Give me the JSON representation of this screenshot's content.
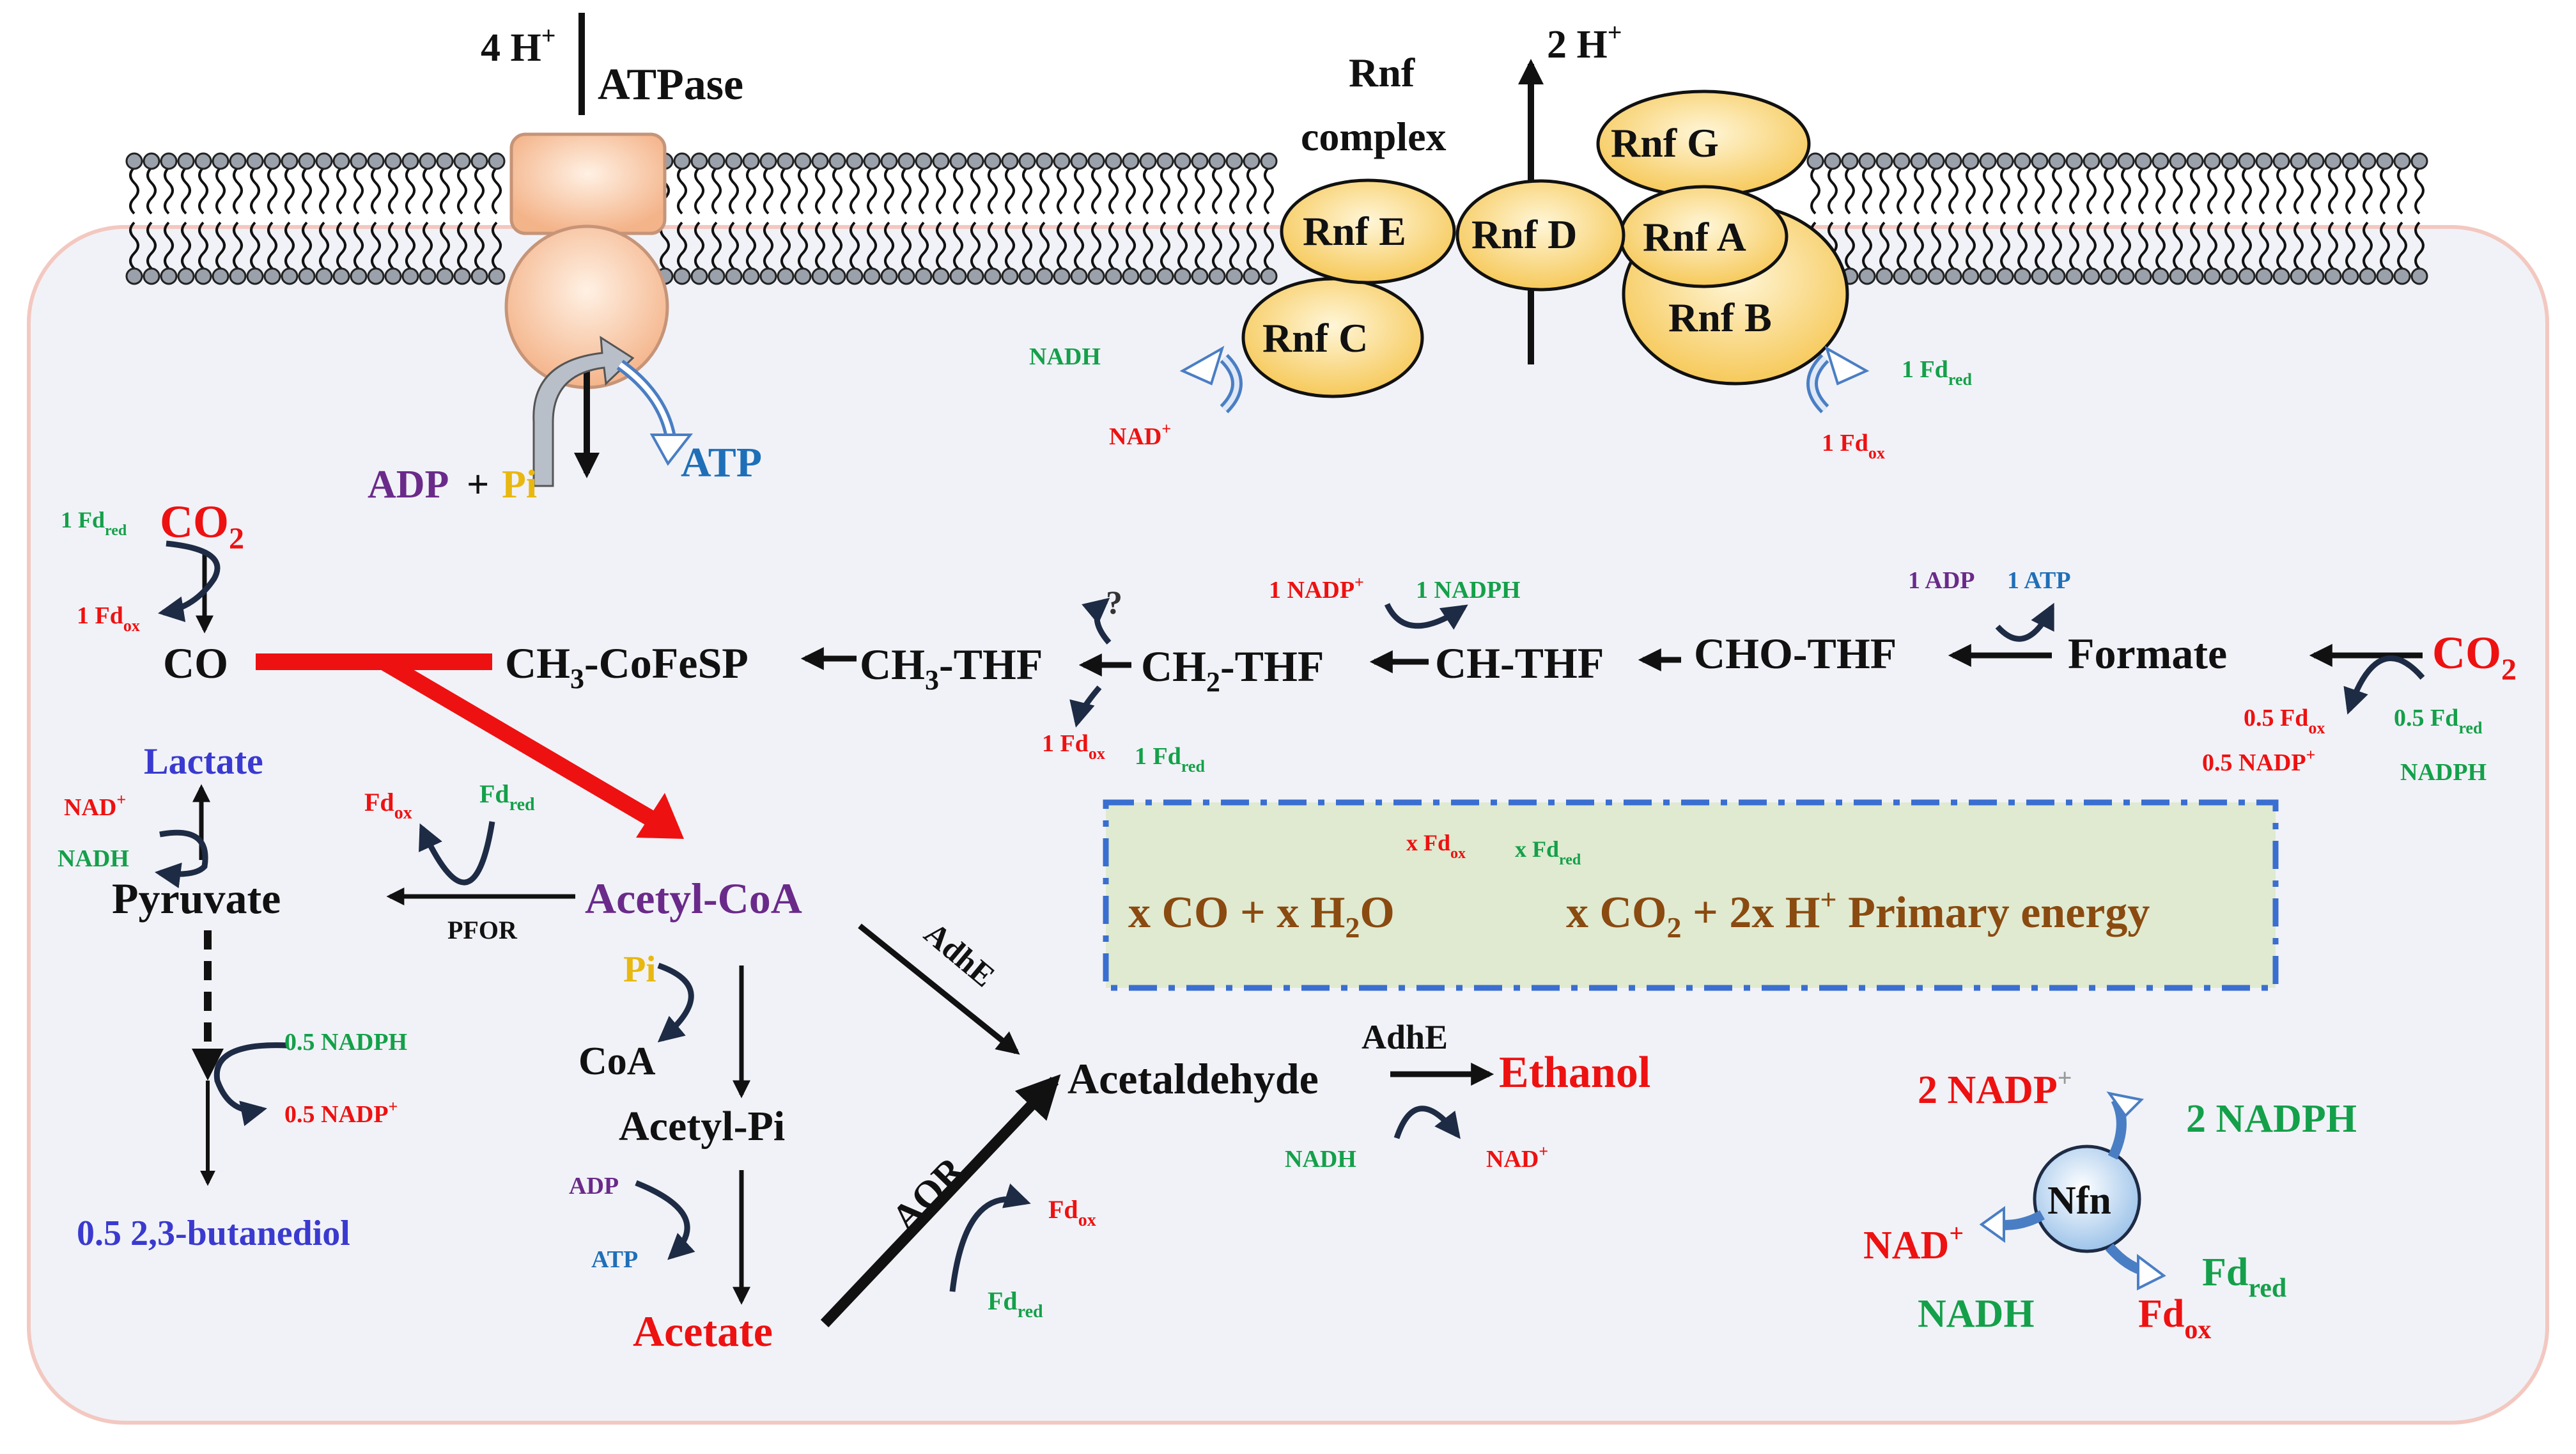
{
  "colors": {
    "black": "#111111",
    "red": "#ee1111",
    "green": "#14a04a",
    "purple": "#6a2a8a",
    "blue": "#3a3ad0",
    "atp_blue": "#1f6fb8",
    "gold": "#e8b810",
    "brown": "#8a4a10",
    "dark_arrow": "#1e2b45",
    "open_arrow": "#4a7ec4",
    "cell_fill": "#f1f2f7",
    "cell_border": "#f3c8c0",
    "rnf_fill": "#fbd877",
    "atpase_fill": "#f8c8a6",
    "box_fill": "#dfead0",
    "box_border": "#3a6ed0"
  },
  "atpase": {
    "protons": "4 H",
    "proton_sup": "+",
    "label": "ATPase",
    "adp": "ADP",
    "plus": "+",
    "pi": "Pi",
    "atp": "ATP"
  },
  "rnf": {
    "title_line1": "Rnf",
    "title_line2": "complex",
    "protons": "2 H",
    "proton_sup": "+",
    "subunits": [
      "Rnf G",
      "Rnf E",
      "Rnf D",
      "Rnf A",
      "Rnf C",
      "Rnf B"
    ],
    "nadh": "NADH",
    "nad": "NAD",
    "nad_sup": "+",
    "fd_red_coef": "1 Fd",
    "fd_red_sub": "red",
    "fd_ox_coef": "1 Fd",
    "fd_ox_sub": "ox"
  },
  "co_branch": {
    "fd_red_coef": "1 Fd",
    "fd_red_sub": "red",
    "co2": "CO",
    "co2_sub": "2",
    "fd_ox_coef": "1 Fd",
    "fd_ox_sub": "ox",
    "co": "CO"
  },
  "wood_ljungdahl": {
    "ch3_cofesp_a": "CH",
    "ch3_cofesp_sub": "3",
    "ch3_cofesp_b": "-CoFeSP",
    "ch3_thf_a": "CH",
    "ch3_thf_sub": "3",
    "ch3_thf_b": "-THF",
    "question": "?",
    "ch2_thf_a": "CH",
    "ch2_thf_sub": "2",
    "ch2_thf_b": "-THF",
    "ch_thf": "CH-THF",
    "cho_thf": "CHO-THF",
    "formate": "Formate",
    "co2": "CO",
    "co2_sub": "2",
    "nadp_1": "1 NADP",
    "nadp_sup": "+",
    "nadph_1": "1 NADPH",
    "adp_1": "1 ADP",
    "atp_1": "1 ATP",
    "fd_ox_coef": "1 Fd",
    "fd_ox_sub": "ox",
    "fd_red_coef": "1 Fd",
    "fd_red_sub": "red",
    "fd_ox_half": "0.5 Fd",
    "fd_red_half": "0.5 Fd",
    "nadp_half": "0.5 NADP",
    "nadph": "NADPH"
  },
  "products": {
    "lactate": "Lactate",
    "nad": "NAD",
    "nad_sup": "+",
    "nadh": "NADH",
    "pyruvate": "Pyruvate",
    "fd_ox": "Fd",
    "ox_sub": "ox",
    "fd_red": "Fd",
    "red_sub": "red",
    "pfor": "PFOR",
    "acetyl_coa": "Acetyl-CoA",
    "nadph_half": "0.5 NADPH",
    "nadp_half": "0.5 NADP",
    "butanediol": "0.5 2,3-butanediol",
    "pi": "Pi",
    "coa": "CoA",
    "acetyl_pi": "Acetyl-Pi",
    "adp": "ADP",
    "atp": "ATP",
    "acetate": "Acetate",
    "aor": "AOR",
    "adhe_diag": "AdhE",
    "acetaldehyde": "Acetaldehyde",
    "adhe": "AdhE",
    "ethanol": "Ethanol",
    "nadh2": "NADH",
    "nad2": "NAD",
    "fd_ox2": "Fd",
    "fd_red2": "Fd"
  },
  "energy_box": {
    "fd_ox": "x Fd",
    "ox_sub": "ox",
    "fd_red": "x Fd",
    "red_sub": "red",
    "left": "x CO +  x H",
    "h2o_sub": "2",
    "o": "O",
    "right_a": "x CO",
    "co2_sub": "2",
    "right_b": " + 2x H",
    "h_sup": "+",
    "right_c": " Primary energy"
  },
  "nfn": {
    "label": "Nfn",
    "nadp": "2 NADP",
    "nadp_sup": "+",
    "nadph": "2 NADPH",
    "nad": "NAD",
    "nad_sup": "+",
    "nadh": "NADH",
    "fd_red": "Fd",
    "red_sub": "red",
    "fd_ox": "Fd",
    "ox_sub": "ox"
  }
}
